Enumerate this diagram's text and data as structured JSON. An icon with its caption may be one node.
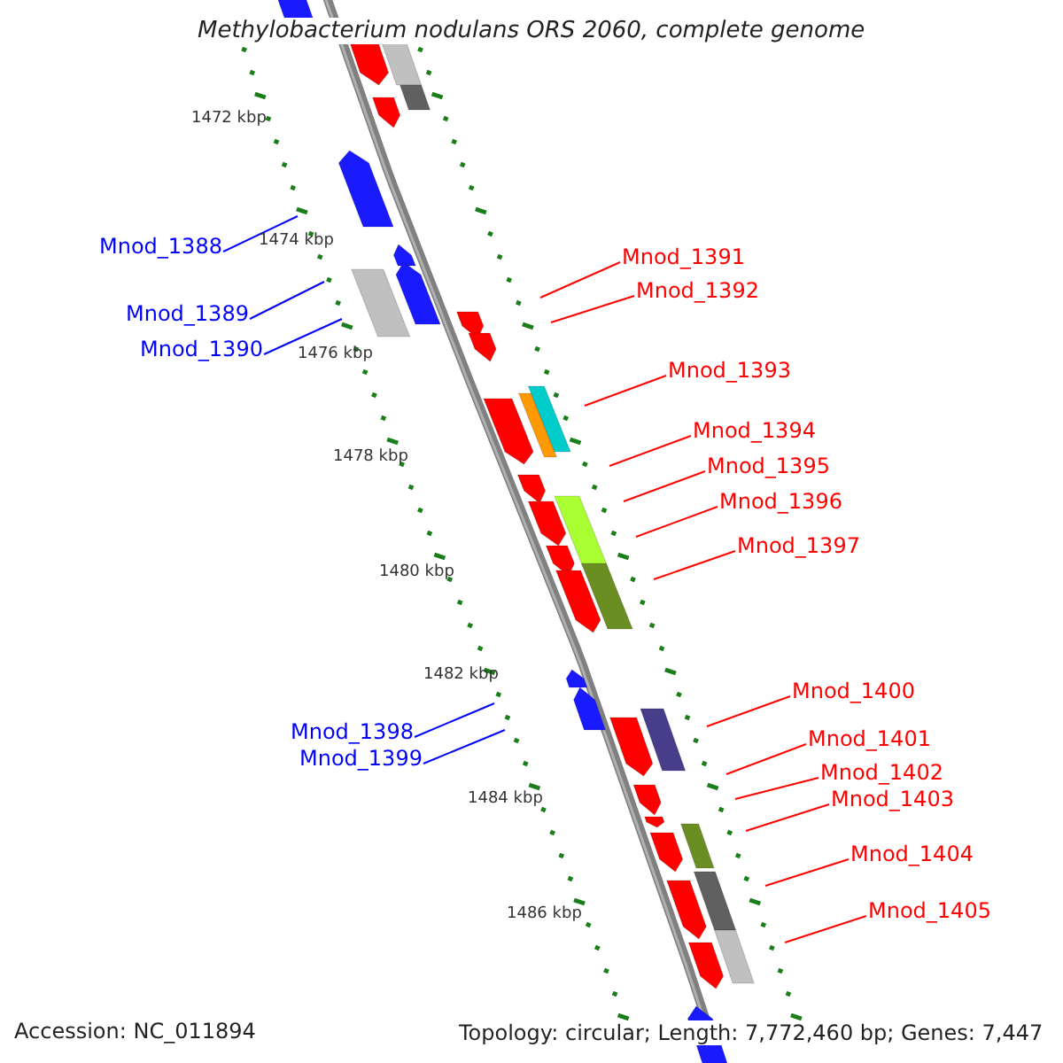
{
  "diagram": {
    "title": "Methylobacterium nodulans ORS 2060, complete genome",
    "nodes": [
      {
        "text": [
          "Mnod_1388"
        ]
      },
      {
        "text": [
          "Mnod_1389"
        ]
      },
      {
        "text": [
          "Mnod_1390"
        ]
      },
      {
        "text": [
          "Mnod_1391"
        ]
      },
      {
        "text": [
          "Mnod_1392"
        ]
      },
      {
        "text": [
          "Mnod_1393"
        ]
      },
      {
        "text": [
          "Mnod_1394"
        ]
      },
      {
        "text": [
          "Mnod_1395"
        ]
      },
      {
        "text": [
          "Mnod_1396"
        ]
      },
      {
        "text": [
          "Mnod_1397"
        ]
      },
      {
        "text": [
          "Mnod_1398"
        ]
      },
      {
        "text": [
          "Mnod_1399"
        ]
      },
      {
        "text": [
          "Mnod_1400"
        ]
      },
      {
        "text": [
          "Mnod_1401"
        ]
      },
      {
        "text": [
          "Mnod_1402"
        ]
      },
      {
        "text": [
          "Mnod_1403"
        ]
      },
      {
        "text": [
          "Mnod_1404"
        ]
      },
      {
        "text": [
          "Mnod_1405"
        ]
      }
    ],
    "edges": [
      {
        "from": 0,
        "to": null,
        "arrow": "none",
        "color": "#0000ff"
      },
      {
        "from": 1,
        "to": null,
        "arrow": "none",
        "color": "#0000ff"
      },
      {
        "from": 2,
        "to": null,
        "arrow": "none",
        "color": "#0000ff"
      },
      {
        "from": 3,
        "to": null,
        "arrow": "none"
      },
      {
        "from": 4,
        "to": null,
        "arrow": "none"
      },
      {
        "from": 5,
        "to": null,
        "arrow": "none"
      },
      {
        "from": 6,
        "to": null,
        "arrow": "none"
      },
      {
        "from": 7,
        "to": null,
        "arrow": "none"
      },
      {
        "from": 8,
        "to": null,
        "arrow": "none"
      },
      {
        "from": 9,
        "to": null,
        "arrow": "none"
      },
      {
        "from": 10,
        "to": null,
        "arrow": "none",
        "color": "#0000ff"
      },
      {
        "from": 11,
        "to": null,
        "arrow": "none",
        "color": "#0000ff"
      },
      {
        "from": 12,
        "to": null,
        "arrow": "none"
      },
      {
        "from": 13,
        "to": null,
        "arrow": "none"
      },
      {
        "from": 14,
        "to": null,
        "arrow": "none"
      },
      {
        "from": 15,
        "to": null,
        "arrow": "none"
      },
      {
        "from": 16,
        "to": null,
        "arrow": "none"
      },
      {
        "from": 17,
        "to": null,
        "arrow": "none"
      }
    ],
    "labels": [
      "1472 kbp",
      "1474 kbp",
      "1476 kbp",
      "1478 kbp",
      "1480 kbp",
      "1482 kbp",
      "1484 kbp",
      "1486 kbp",
      "Accession: NC_011894",
      "Topology: circular; Length: 7,772,460 bp; Genes: 7,447"
    ]
  }
}
